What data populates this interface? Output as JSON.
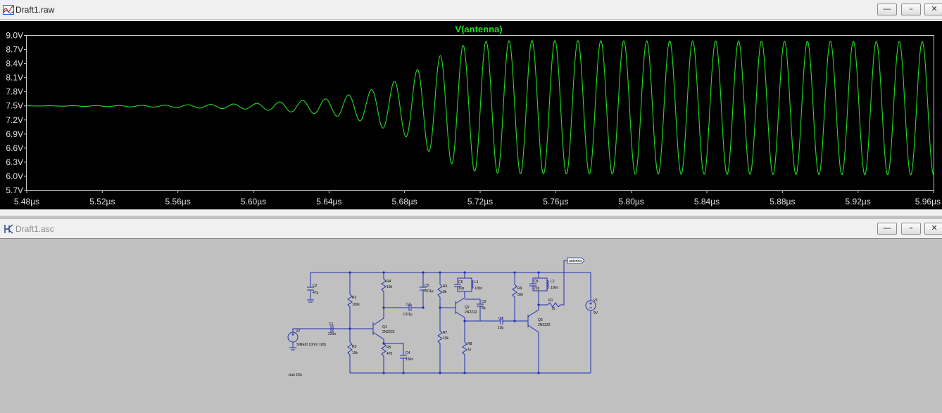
{
  "waveform_window": {
    "title": "Draft1.raw",
    "trace_label": "V(antenna)",
    "trace_color": "#22dd22",
    "y_ticks": [
      "9.0V",
      "8.7V",
      "8.4V",
      "8.1V",
      "7.8V",
      "7.5V",
      "7.2V",
      "6.9V",
      "6.6V",
      "6.3V",
      "6.0V",
      "5.7V"
    ],
    "x_ticks": [
      "5.48µs",
      "5.52µs",
      "5.56µs",
      "5.60µs",
      "5.64µs",
      "5.68µs",
      "5.72µs",
      "5.76µs",
      "5.80µs",
      "5.84µs",
      "5.88µs",
      "5.92µs",
      "5.96µs"
    ],
    "buttons": {
      "minimize": "—",
      "restore": "▫",
      "close": "✕"
    }
  },
  "chart_data": {
    "type": "line",
    "title": "V(antenna)",
    "xlabel": "",
    "ylabel": "",
    "xlim": [
      5.48,
      5.96
    ],
    "ylim": [
      5.7,
      9.0
    ],
    "x_unit": "µs",
    "y_unit": "V",
    "grid": false,
    "series": [
      {
        "name": "V(antenna)",
        "color": "#22dd22",
        "signal": "sinusoid",
        "dc_level_start": 7.5,
        "dc_level_end": 7.45,
        "oscillation_start_time": 5.55,
        "amplitude_envelope": [
          [
            5.48,
            0.0
          ],
          [
            5.55,
            0.02
          ],
          [
            5.6,
            0.06
          ],
          [
            5.64,
            0.17
          ],
          [
            5.66,
            0.33
          ],
          [
            5.68,
            0.62
          ],
          [
            5.69,
            0.88
          ],
          [
            5.7,
            1.12
          ],
          [
            5.71,
            1.3
          ],
          [
            5.72,
            1.4
          ],
          [
            5.74,
            1.42
          ],
          [
            5.96,
            1.42
          ]
        ],
        "period": 0.01215,
        "peak_value": 8.88,
        "trough_value": 6.0
      }
    ]
  },
  "schematic_window": {
    "title": "Draft1.asc",
    "directive": ".tran 10u",
    "net_label": "antenna",
    "source_v2": "SINE(0 10mV 100)",
    "buttons": {
      "minimize": "—",
      "restore": "▫",
      "close": "✕"
    },
    "components": [
      {
        "ref": "C2",
        "value": "47µ"
      },
      {
        "ref": "R2",
        "value": "100k"
      },
      {
        "ref": "R3",
        "value": "10k"
      },
      {
        "ref": "R4",
        "value": "10k"
      },
      {
        "ref": "R5",
        "value": "470"
      },
      {
        "ref": "C1",
        "value": "220n"
      },
      {
        "ref": "Q1",
        "value": "2N2222"
      },
      {
        "ref": "C3",
        "value": "0.01µ"
      },
      {
        "ref": "C4",
        "value": "150n"
      },
      {
        "ref": "C5",
        "value": "0.01µ"
      },
      {
        "ref": "R6",
        "value": "8k"
      },
      {
        "ref": "R7",
        "value": "10k"
      },
      {
        "ref": "C6",
        "value": "10p"
      },
      {
        "ref": "L1",
        "value": "100n"
      },
      {
        "ref": "C9",
        "value": "5p"
      },
      {
        "ref": "Q2",
        "value": "2N2222"
      },
      {
        "ref": "R8",
        "value": "1k"
      },
      {
        "ref": "C7",
        "value": "10p"
      },
      {
        "ref": "R9",
        "value": "50k"
      },
      {
        "ref": "C8",
        "value": "22p"
      },
      {
        "ref": "L2",
        "value": "100n"
      },
      {
        "ref": "R1",
        "value": "75"
      },
      {
        "ref": "Q3",
        "value": "2N2222"
      },
      {
        "ref": "V1",
        "value": "9V"
      },
      {
        "ref": "V2",
        "value": ""
      }
    ]
  }
}
